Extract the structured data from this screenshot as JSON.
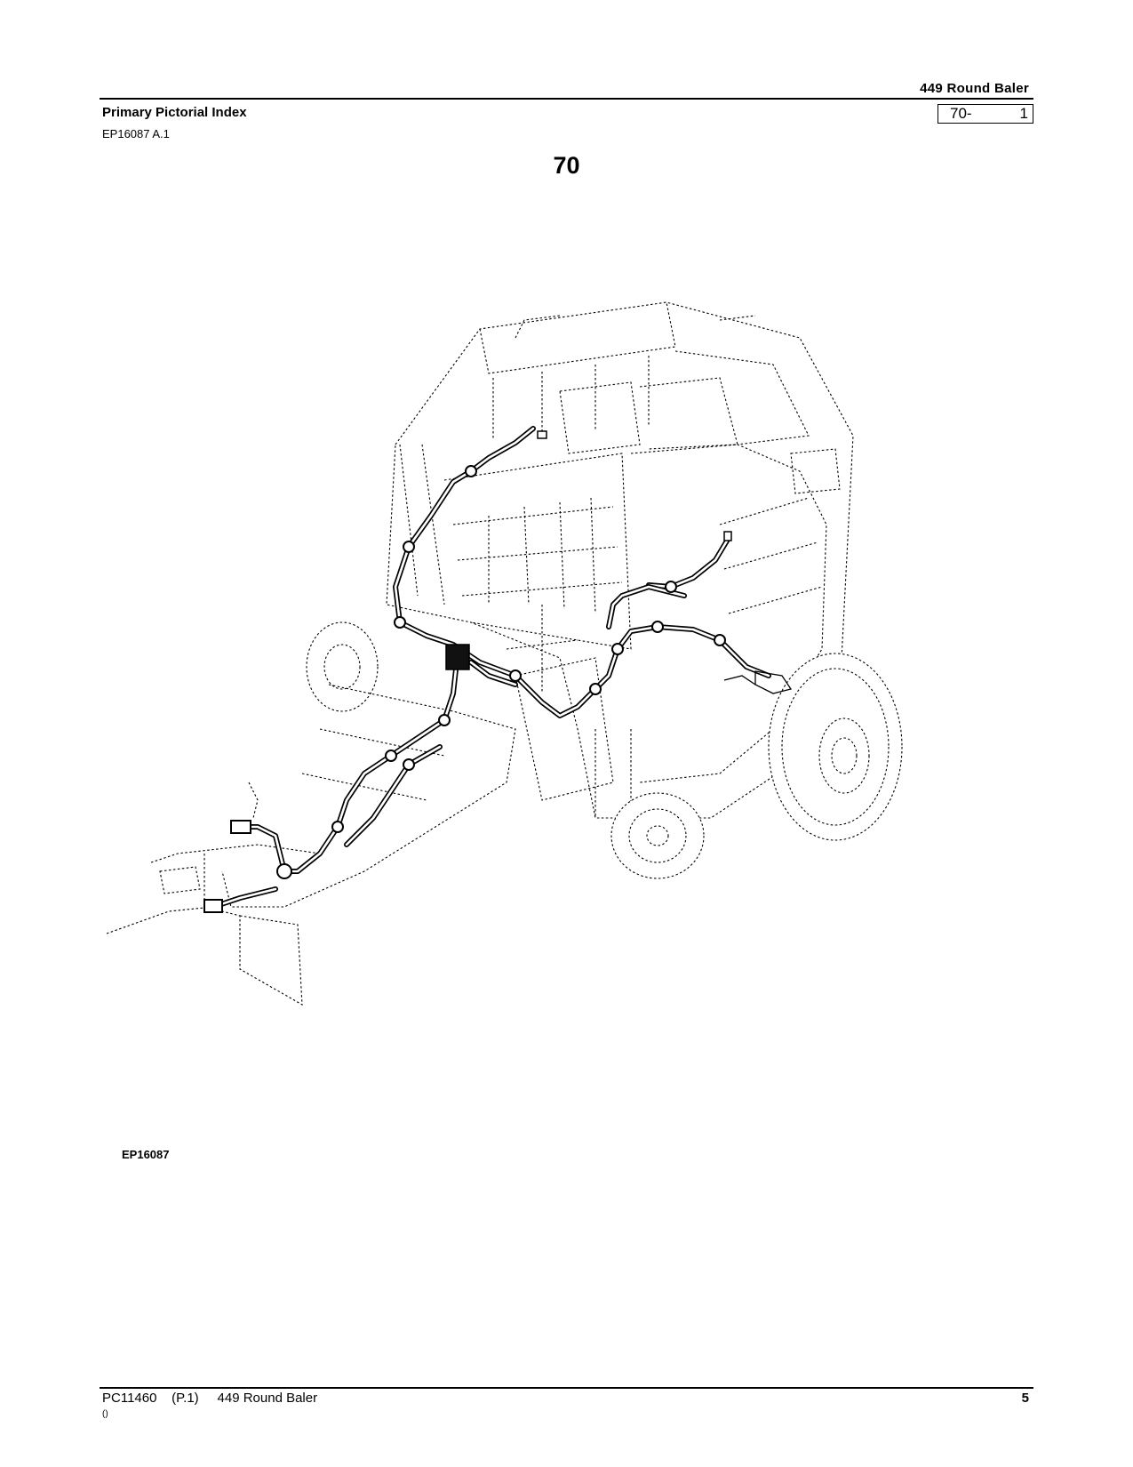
{
  "header": {
    "title": "449 Round Baler",
    "section_title": "Primary Pictorial Index",
    "page_box_section": "70-",
    "page_box_number": "1",
    "subcode": "EP16087 A.1",
    "section_number": "70"
  },
  "figure": {
    "label": "EP16087"
  },
  "footer": {
    "left": "PC11460    (P.1)     449 Round Baler",
    "page_number": "5",
    "small": "()"
  }
}
